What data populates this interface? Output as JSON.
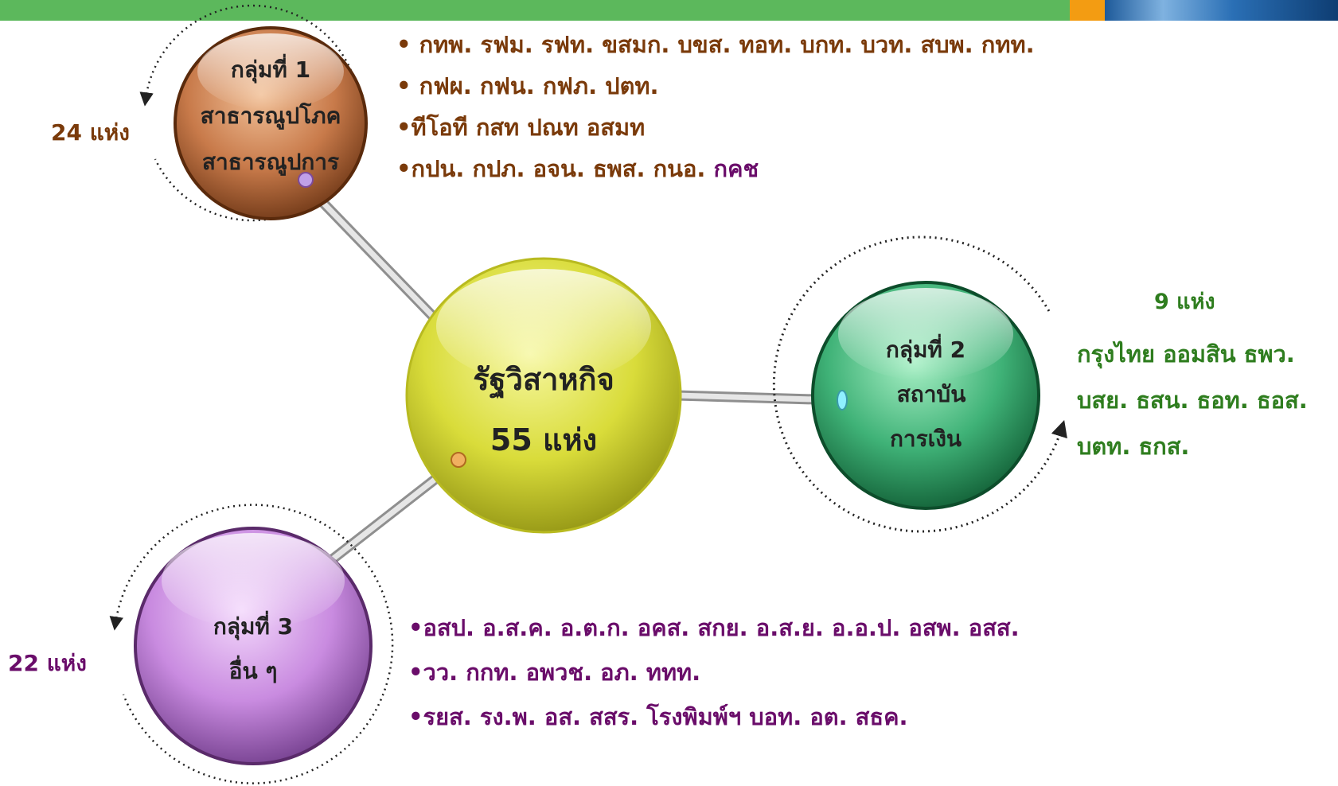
{
  "center": {
    "title": "รัฐวิสาหกิจ",
    "count": "55 แห่ง",
    "color": "#d9dc3a"
  },
  "group1": {
    "title": "กลุ่มที่ 1",
    "line2": "สาธารณูปโภค",
    "line3": "สาธารณูปการ",
    "count": "24 แห่ง",
    "color": "#c87a4a",
    "items": [
      "• กทพ. รฟม. รฟท. ขสมก. บขส. ทอท. บกท. บวท. สบพ. กทท.",
      "• กฟผ. กฟน. กฟภ. ปตท.",
      "•ทีโอที กสท ปณท อสมท"
    ],
    "item4_main": "•กปน. กปภ. อจน.  ธพส. กนอ. ",
    "item4_tail": "กคช"
  },
  "group2": {
    "title": "กลุ่มที่ 2",
    "line2": "สถาบัน",
    "line3": "การเงิน",
    "count": "9 แห่ง",
    "color": "#3fb277",
    "items": [
      "กรุงไทย ออมสิน ธพว.",
      "บสย. ธสน. ธอท. ธอส.",
      "บตท. ธกส."
    ]
  },
  "group3": {
    "title": "กลุ่มที่ 3",
    "line2": "อื่น ๆ",
    "count": "22 แห่ง",
    "color": "#c98be0",
    "items": [
      "•อสป. อ.ส.ค. อ.ต.ก. อคส. สกย. อ.ส.ย. อ.อ.ป. อสพ. อสส.",
      "•วว. กกท. อพวช. อภ. ททท.",
      "•รยส. รง.พ. อส. สสร. โรงพิมพ์ฯ บอท. อต. สธค."
    ]
  }
}
